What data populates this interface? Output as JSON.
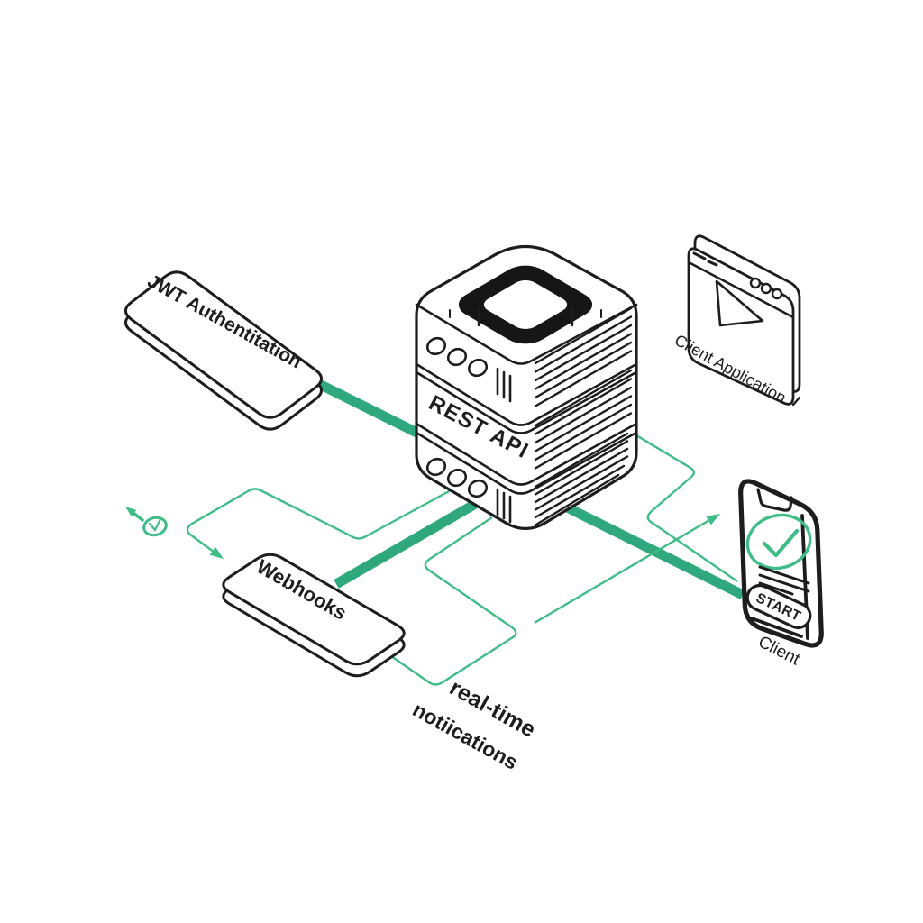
{
  "diagram": {
    "auth_plate": {
      "label": "JWT Authentitation"
    },
    "server": {
      "label": "REST API"
    },
    "webhooks_plate": {
      "label": "Webhooks"
    },
    "client_app": {
      "label": "Client Application"
    },
    "client_phone": {
      "label": "Client",
      "button_label": "START"
    },
    "caption": {
      "line1": "real-time",
      "line2": "notiications"
    },
    "icons": {
      "clock": "clock-icon",
      "up_left_arrow": "arrow-up-left-icon",
      "check": "check-circle-icon",
      "play": "play-triangle-icon",
      "window_dots": "window-button-dots",
      "server_lights": "server-indicator-lights"
    },
    "colors": {
      "connection_thick": "#2FA87C",
      "connection_thin": "#3FBC88",
      "outline": "#1D1D1D",
      "background": "#FFFFFF"
    }
  }
}
